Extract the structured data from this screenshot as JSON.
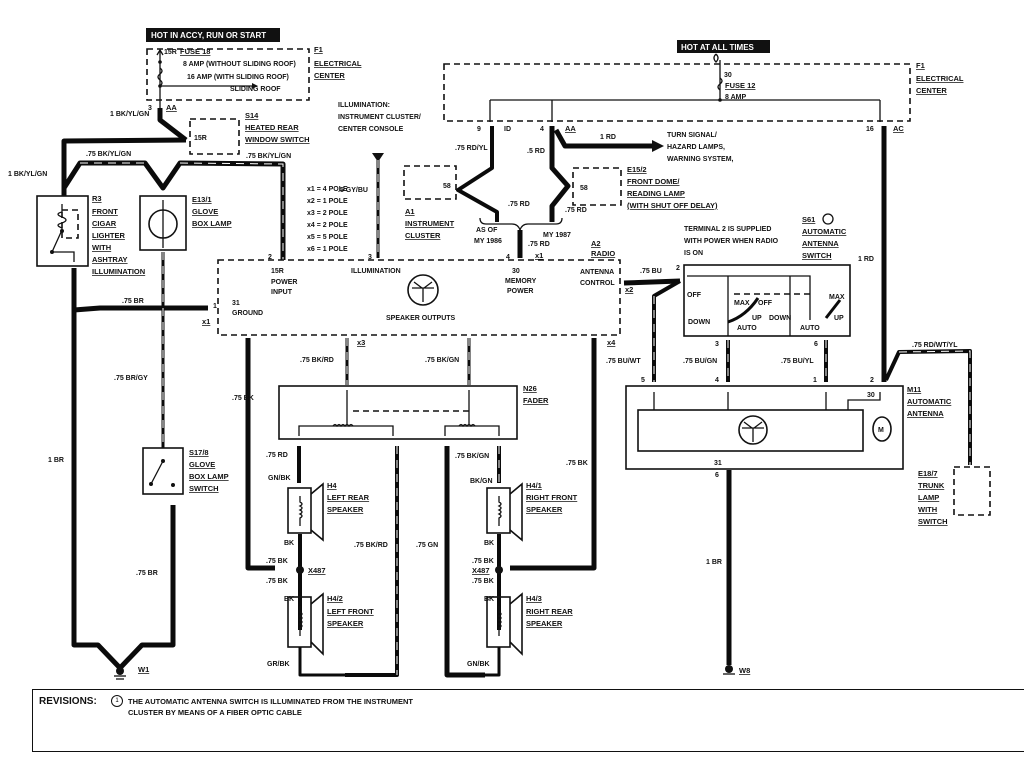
{
  "diagram": {
    "headers": {
      "hot_accy": "HOT IN ACCY, RUN OR START",
      "hot_all": "HOT AT ALL TIMES"
    },
    "fuse_box_left": {
      "terminal": "15R",
      "fuse": "FUSE 18",
      "rating_1": "8 AMP (WITHOUT SLIDING ROOF)",
      "rating_2": "16 AMP (WITH SLIDING ROOF)",
      "branch": "SLIDING ROOF",
      "ref_id": "F1",
      "ref_name_1": "ELECTRICAL",
      "ref_name_2": "CENTER",
      "pin": "3",
      "connector": "AA"
    },
    "fuse_box_right": {
      "terminal": "30",
      "fuse": "FUSE 12",
      "rating": "8 AMP",
      "ref_id": "F1",
      "ref_name_1": "ELECTRICAL",
      "ref_name_2": "CENTER",
      "pins": [
        "9",
        "4",
        "16"
      ],
      "connectors": [
        "ID",
        "AA",
        "AC"
      ]
    },
    "components": {
      "s14": {
        "id": "S14",
        "name_1": "HEATED REAR",
        "name_2": "WINDOW SWITCH",
        "terminal": "15R"
      },
      "r3": {
        "id": "R3",
        "lines": [
          "FRONT",
          "CIGAR",
          "LIGHTER",
          "WITH",
          "ASHTRAY",
          "ILLUMINATION"
        ]
      },
      "e13": {
        "id": "E13/1",
        "lines": [
          "GLOVE",
          "BOX LAMP"
        ]
      },
      "s17": {
        "id": "S17/8",
        "lines": [
          "GLOVE",
          "BOX LAMP",
          "SWITCH"
        ]
      },
      "a1": {
        "id": "A1",
        "lines": [
          "INSTRUMENT",
          "CLUSTER"
        ],
        "terminal": "58"
      },
      "e15": {
        "id": "E15/2",
        "lines": [
          "FRONT DOME/",
          "READING LAMP",
          "(WITH SHUT OFF DELAY)"
        ],
        "terminal": "58"
      },
      "a2": {
        "id": "A2",
        "name": "RADIO",
        "illumination": "ILLUMINATION",
        "power_1": "15R",
        "power_2": "POWER",
        "power_3": "INPUT",
        "ground_1": "31",
        "ground_2": "GROUND",
        "mem_1": "30",
        "mem_2": "MEMORY",
        "mem_3": "POWER",
        "ant_1": "ANTENNA",
        "ant_2": "CONTROL",
        "outputs": "SPEAKER OUTPUTS",
        "pins": {
          "power": "2",
          "illum": "3",
          "mem": "4",
          "ground": "1",
          "ant": "2"
        },
        "connectors": {
          "x1": "x1",
          "x2": "x2",
          "x3": "x3",
          "x4": "x4"
        }
      },
      "n26": {
        "id": "N26",
        "name": "FADER"
      },
      "s61": {
        "id": "S61",
        "lines": [
          "AUTOMATIC",
          "ANTENNA",
          "SWITCH"
        ],
        "note_1": "TERMINAL 2 IS SUPPLIED",
        "note_2": "WITH POWER WHEN RADIO",
        "note_3": "IS ON",
        "labels": {
          "off_l": "OFF",
          "down_l": "DOWN",
          "max_l": "MAX",
          "off_m": "OFF",
          "up_m": "UP",
          "down_m": "DOWN",
          "auto_l": "AUTO",
          "auto_r": "AUTO",
          "max_r": "MAX",
          "up_r": "UP"
        },
        "pins": {
          "in": "2",
          "out1": "3",
          "out2": "6"
        }
      },
      "m11": {
        "id": "M11",
        "lines": [
          "AUTOMATIC",
          "ANTENNA"
        ],
        "motor": "M",
        "pins": {
          "p5": "5",
          "p4": "4",
          "p1": "1",
          "p2": "2",
          "t30": "30",
          "t31": "31",
          "p6": "6"
        }
      },
      "e18": {
        "id": "E18/7",
        "lines": [
          "TRUNK",
          "LAMP",
          "WITH",
          "SWITCH"
        ]
      },
      "h4": {
        "id": "H4",
        "lines": [
          "LEFT REAR",
          "SPEAKER"
        ]
      },
      "h4_2": {
        "id": "H4/2",
        "lines": [
          "LEFT FRONT",
          "SPEAKER"
        ]
      },
      "h4_1": {
        "id": "H4/1",
        "lines": [
          "RIGHT FRONT",
          "SPEAKER"
        ]
      },
      "h4_3": {
        "id": "H4/3",
        "lines": [
          "RIGHT REAR",
          "SPEAKER"
        ]
      },
      "w1": {
        "id": "W1"
      },
      "w8": {
        "id": "W8"
      },
      "x487": {
        "id": "X487"
      },
      "x487b": {
        "id": "X487"
      }
    },
    "illumination_note": [
      "ILLUMINATION:",
      "INSTRUMENT CLUSTER/",
      "CENTER CONSOLE"
    ],
    "poles": [
      "x1 = 4 POLE",
      "x2 = 1 POLE",
      "x3 = 2 POLE",
      "x4 = 2 POLE",
      "x5 = 5 POLE",
      "x6 = 1 POLE"
    ],
    "model_years": {
      "left_1": "AS OF",
      "left_2": "MY 1986",
      "right": "MY 1987"
    },
    "outputs": [
      "TURN SIGNAL/",
      "HAZARD LAMPS,",
      "WARNING SYSTEM,"
    ],
    "wires": {
      "w_1bk_top": "1 BK/YL/GN",
      "w_1bk_left": "1 BK/YL/GN",
      "w_75bk_mid": ".75 BK/YL/GN",
      "w_75bk_right": ".75 BK/YL/GN",
      "w_5gy": ".5 GY/BU",
      "w_75rdyl": ".75 RD/YL",
      "w_5rd": ".5 RD",
      "w_1rd": "1 RD",
      "w_75rd_a": ".75 RD",
      "w_75rd_b": ".75 RD",
      "w_75rd_c": ".75 RD",
      "w_75br": ".75 BR",
      "w_75brgy": ".75 BR/GY",
      "w_1br_left": "1 BR",
      "w_75br_low": ".75 BR",
      "w_75bk_left": ".75 BK",
      "w_75bkrd": ".75 BK/RD",
      "w_75bkgn": ".75 BK/GN",
      "w_75rd_sp": ".75 RD",
      "w_gnbk": "GN/BK",
      "w_bk1": "BK",
      "w_75bkrd2": ".75 BK/RD",
      "w_76gn": ".75 GN",
      "w_75bkgn2": ".75 BK/GN",
      "w_bkgn": "BK/GN",
      "w_bk2": "BK",
      "w_75bk_r": ".75 BK",
      "w_75bk_a": ".75 BK",
      "w_75bk_b": ".75 BK",
      "w_bk3": "BK",
      "w_grbk": "GR/BK",
      "w_75bk_c": ".75 BK",
      "w_75bk_d": ".75 BK",
      "w_bk4": "BK",
      "w_gnbk2": "GN/BK",
      "w_75bu": ".75 BU",
      "w_75buwt": ".75 BU/WT",
      "w_75bugn": ".75 BU/GN",
      "w_75buyl": ".75 BU/YL",
      "w_1rd_r": "1 RD",
      "w_75rdwtyl": ".75 RD/WT/YL",
      "w_1br_r": "1 BR"
    },
    "revisions": {
      "label": "REVISIONS:",
      "marker": "1",
      "text": "THE AUTOMATIC ANTENNA SWITCH IS ILLUMINATED FROM THE INSTRUMENT CLUSTER BY MEANS OF A FIBER OPTIC CABLE"
    }
  }
}
